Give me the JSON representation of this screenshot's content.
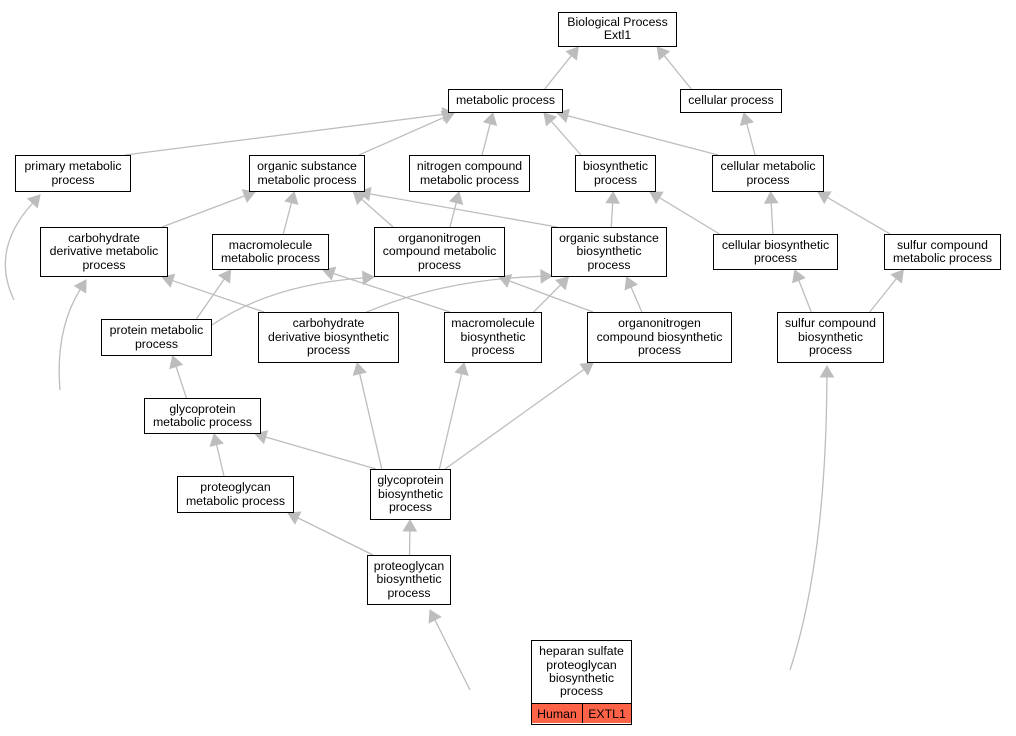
{
  "colors": {
    "edge": "#bdbdbd",
    "annotation": "#ff6347",
    "border": "#000000"
  },
  "nodes": {
    "root": [
      "Biological Process",
      "Extl1"
    ],
    "metabolic": [
      "metabolic process"
    ],
    "cellular": [
      "cellular process"
    ],
    "primary_metabolic": [
      "primary metabolic",
      "process"
    ],
    "organic_substance_metabolic": [
      "organic substance",
      "metabolic process"
    ],
    "nitrogen_compound_metabolic": [
      "nitrogen compound",
      "metabolic process"
    ],
    "biosynthetic": [
      "biosynthetic",
      "process"
    ],
    "cellular_metabolic": [
      "cellular metabolic",
      "process"
    ],
    "carbohydrate_derivative_metabolic": [
      "carbohydrate",
      "derivative metabolic",
      "process"
    ],
    "macromolecule_metabolic": [
      "macromolecule",
      "metabolic process"
    ],
    "organonitrogen_compound_metabolic": [
      "organonitrogen",
      "compound metabolic",
      "process"
    ],
    "organic_substance_biosynthetic": [
      "organic substance",
      "biosynthetic",
      "process"
    ],
    "cellular_biosynthetic": [
      "cellular biosynthetic",
      "process"
    ],
    "sulfur_compound_metabolic": [
      "sulfur compound",
      "metabolic process"
    ],
    "protein_metabolic": [
      "protein metabolic",
      "process"
    ],
    "carbohydrate_derivative_biosynthetic": [
      "carbohydrate",
      "derivative biosynthetic",
      "process"
    ],
    "macromolecule_biosynthetic": [
      "macromolecule",
      "biosynthetic",
      "process"
    ],
    "organonitrogen_compound_biosynthetic": [
      "organonitrogen",
      "compound biosynthetic",
      "process"
    ],
    "sulfur_compound_biosynthetic": [
      "sulfur compound",
      "biosynthetic",
      "process"
    ],
    "glycoprotein_metabolic": [
      "glycoprotein",
      "metabolic process"
    ],
    "proteoglycan_metabolic": [
      "proteoglycan",
      "metabolic process"
    ],
    "glycoprotein_biosynthetic": [
      "glycoprotein",
      "biosynthetic",
      "process"
    ],
    "proteoglycan_biosynthetic": [
      "proteoglycan",
      "biosynthetic",
      "process"
    ],
    "heparan_sulfate": [
      "heparan sulfate",
      "proteoglycan",
      "biosynthetic",
      "process"
    ]
  },
  "annotation": {
    "species": "Human",
    "gene": "EXTL1"
  },
  "edges": [
    [
      "metabolic",
      "root"
    ],
    [
      "cellular",
      "root"
    ],
    [
      "primary_metabolic",
      "metabolic"
    ],
    [
      "organic_substance_metabolic",
      "metabolic"
    ],
    [
      "nitrogen_compound_metabolic",
      "metabolic"
    ],
    [
      "biosynthetic",
      "metabolic"
    ],
    [
      "cellular_metabolic",
      "metabolic"
    ],
    [
      "cellular_metabolic",
      "cellular"
    ],
    [
      "carbohydrate_derivative_metabolic",
      "organic_substance_metabolic"
    ],
    [
      "macromolecule_metabolic",
      "organic_substance_metabolic"
    ],
    [
      "organonitrogen_compound_metabolic",
      "organic_substance_metabolic"
    ],
    [
      "organonitrogen_compound_metabolic",
      "nitrogen_compound_metabolic"
    ],
    [
      "organic_substance_biosynthetic",
      "organic_substance_metabolic"
    ],
    [
      "organic_substance_biosynthetic",
      "biosynthetic"
    ],
    [
      "cellular_biosynthetic",
      "biosynthetic"
    ],
    [
      "cellular_biosynthetic",
      "cellular_metabolic"
    ],
    [
      "sulfur_compound_metabolic",
      "cellular_metabolic"
    ],
    [
      "protein_metabolic",
      "primary_metabolic"
    ],
    [
      "protein_metabolic",
      "macromolecule_metabolic"
    ],
    [
      "protein_metabolic",
      "organonitrogen_compound_metabolic"
    ],
    [
      "carbohydrate_derivative_biosynthetic",
      "carbohydrate_derivative_metabolic"
    ],
    [
      "carbohydrate_derivative_biosynthetic",
      "organic_substance_biosynthetic"
    ],
    [
      "macromolecule_biosynthetic",
      "macromolecule_metabolic"
    ],
    [
      "macromolecule_biosynthetic",
      "organic_substance_biosynthetic"
    ],
    [
      "organonitrogen_compound_biosynthetic",
      "organonitrogen_compound_metabolic"
    ],
    [
      "organonitrogen_compound_biosynthetic",
      "organic_substance_biosynthetic"
    ],
    [
      "sulfur_compound_biosynthetic",
      "cellular_biosynthetic"
    ],
    [
      "sulfur_compound_biosynthetic",
      "sulfur_compound_metabolic"
    ],
    [
      "glycoprotein_metabolic",
      "protein_metabolic"
    ],
    [
      "glycoprotein_metabolic",
      "carbohydrate_derivative_metabolic"
    ],
    [
      "glycoprotein_biosynthetic",
      "glycoprotein_metabolic"
    ],
    [
      "glycoprotein_biosynthetic",
      "carbohydrate_derivative_biosynthetic"
    ],
    [
      "glycoprotein_biosynthetic",
      "macromolecule_biosynthetic"
    ],
    [
      "glycoprotein_biosynthetic",
      "organonitrogen_compound_biosynthetic"
    ],
    [
      "proteoglycan_metabolic",
      "glycoprotein_metabolic"
    ],
    [
      "proteoglycan_biosynthetic",
      "glycoprotein_biosynthetic"
    ],
    [
      "proteoglycan_biosynthetic",
      "proteoglycan_metabolic"
    ],
    [
      "heparan_sulfate",
      "proteoglycan_biosynthetic"
    ],
    [
      "heparan_sulfate",
      "sulfur_compound_biosynthetic"
    ]
  ]
}
